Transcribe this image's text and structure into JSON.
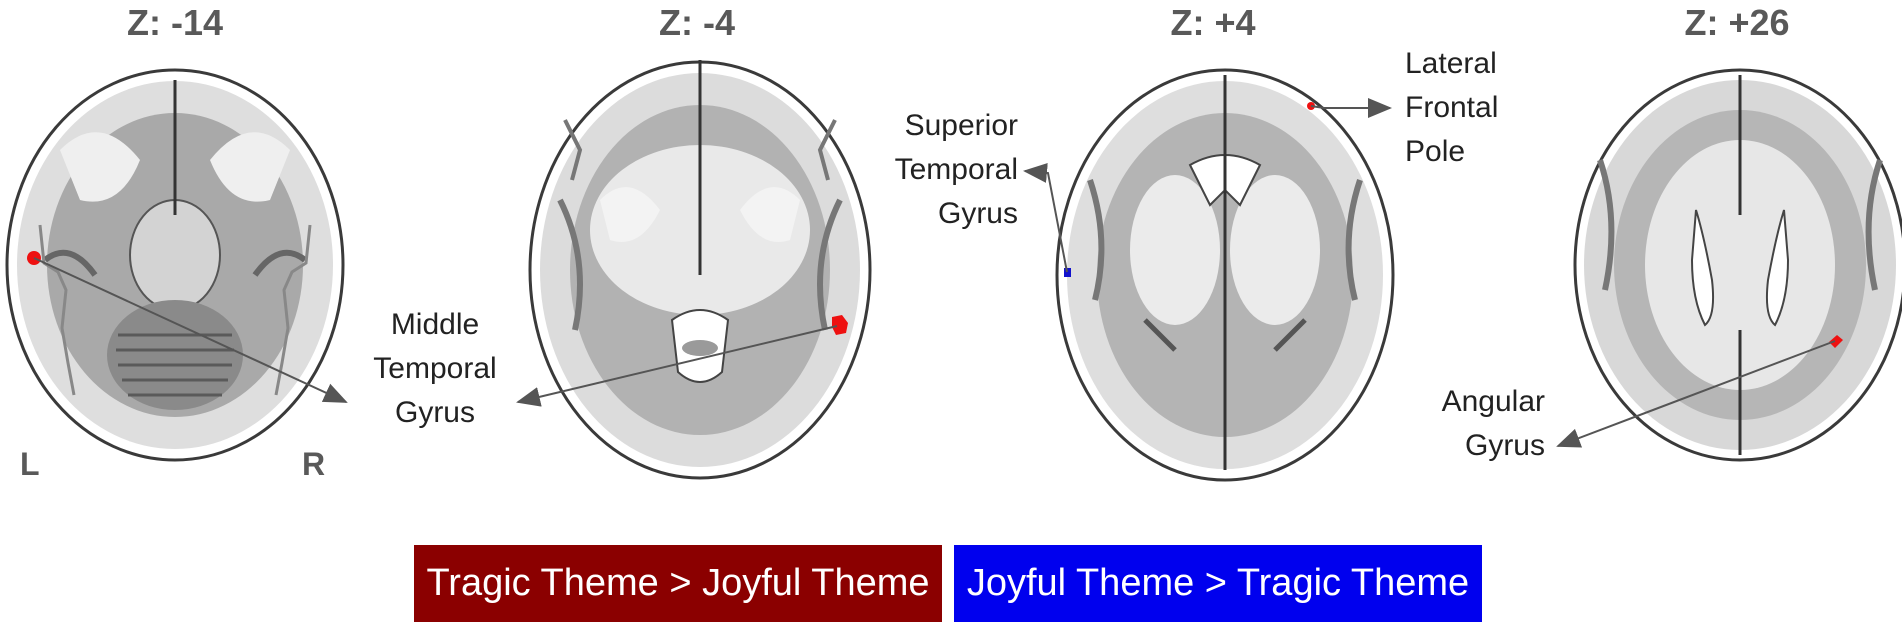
{
  "slices": [
    {
      "title": "Z: -14"
    },
    {
      "title": "Z: -4"
    },
    {
      "title": "Z: +4"
    },
    {
      "title": "Z: +26"
    }
  ],
  "orientation": {
    "left": "L",
    "right": "R"
  },
  "regions": {
    "middle_temporal": "Middle\nTemporal\nGyrus",
    "superior_temporal": "Superior\nTemporal\nGyrus",
    "lateral_frontal": "Lateral\nFrontal\nPole",
    "angular": "Angular\nGyrus"
  },
  "legend": {
    "tragic_label": "Tragic Theme > Joyful Theme",
    "tragic_color": "#8b0000",
    "joyful_label": "Joyful Theme > Tragic Theme",
    "joyful_color": "#0000ee"
  }
}
